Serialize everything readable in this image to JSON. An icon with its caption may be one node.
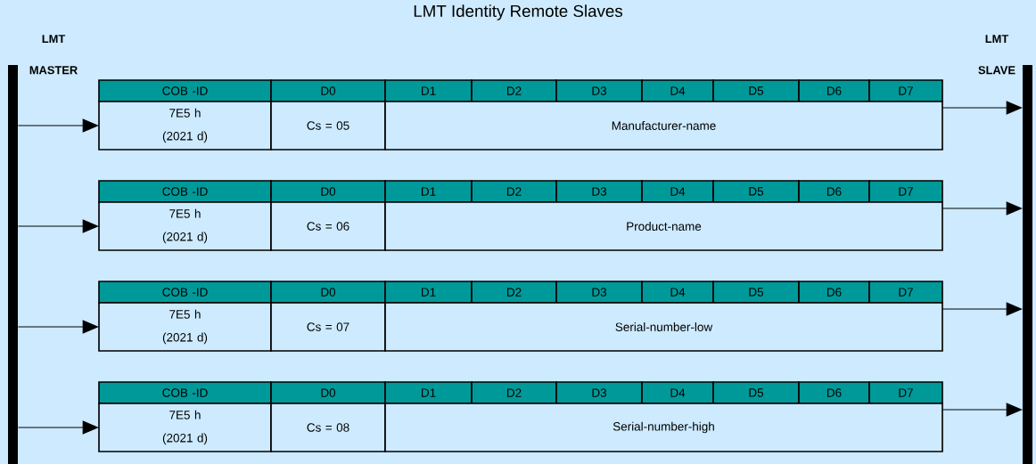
{
  "diagram": {
    "title": "LMT Identity Remote Slaves",
    "nodes": [
      {
        "text": [
          "LMT MASTER"
        ]
      },
      {
        "text": [
          "LMT SLAVE"
        ]
      },
      {
        "text": [
          "COB -ID",
          "D0",
          "D1",
          "D2",
          "D3",
          "D4",
          "D5",
          "D6",
          "D7",
          "7E5 h (2021 d)",
          "Cs = 05",
          "Manufacturer-name"
        ]
      },
      {
        "text": [
          "COB -ID",
          "D0",
          "D1",
          "D2",
          "D3",
          "D4",
          "D5",
          "D6",
          "D7",
          "7E5 h (2021 d)",
          "Cs = 06",
          "Product-name"
        ]
      },
      {
        "text": [
          "COB -ID",
          "D0",
          "D1",
          "D2",
          "D3",
          "D4",
          "D5",
          "D6",
          "D7",
          "7E5 h (2021 d)",
          "Cs = 07",
          "Serial-number-low"
        ]
      },
      {
        "text": [
          "COB -ID",
          "D0",
          "D1",
          "D2",
          "D3",
          "D4",
          "D5",
          "D6",
          "D7",
          "7E5 h (2021 d)",
          "Cs = 08",
          "Serial-number-high"
        ]
      }
    ],
    "edges": [
      {
        "from": 0,
        "to": 2,
        "arrow": "to"
      },
      {
        "from": 2,
        "to": 1,
        "arrow": "to"
      },
      {
        "from": 0,
        "to": 3,
        "arrow": "to"
      },
      {
        "from": 3,
        "to": 1,
        "arrow": "to"
      },
      {
        "from": 0,
        "to": 4,
        "arrow": "to"
      },
      {
        "from": 4,
        "to": 1,
        "arrow": "to"
      },
      {
        "from": 0,
        "to": 5,
        "arrow": "to"
      },
      {
        "from": 5,
        "to": 1,
        "arrow": "to"
      }
    ]
  }
}
